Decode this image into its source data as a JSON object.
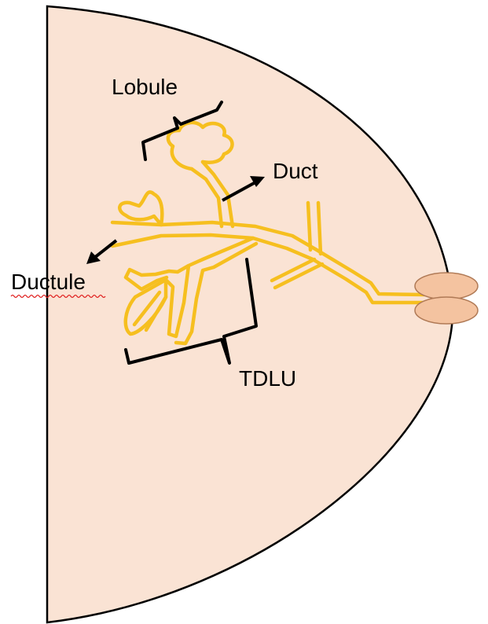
{
  "labels": {
    "lobule": "Lobule",
    "duct": "Duct",
    "ductule": "Ductule",
    "tdlu": "TDLU"
  },
  "colors": {
    "tissue": "#fae3d4",
    "outline": "#000000",
    "duct_system": "#f6bf1f",
    "nipple": "#f4c3a0",
    "nipple_outline": "#b07a56",
    "spellcheck_underline": "#e0201f"
  }
}
